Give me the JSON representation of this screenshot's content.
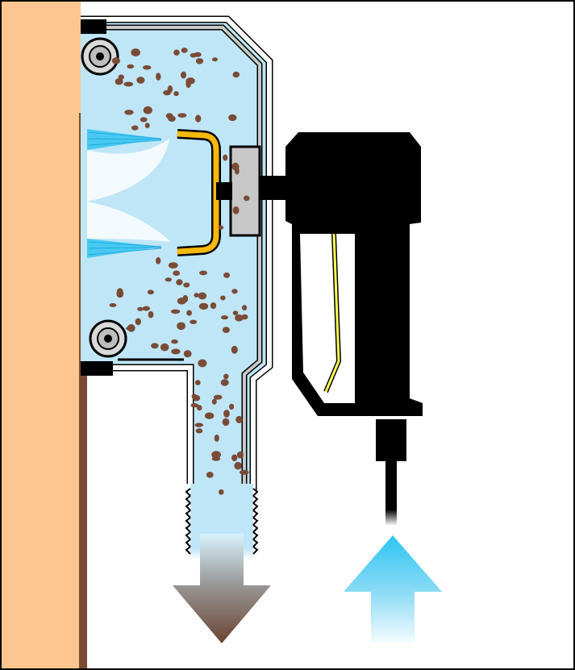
{
  "diagram": {
    "description_visible_text": "",
    "colors": {
      "wall_face": "#fcc690",
      "wall_edge": "#7a4b32",
      "housing_outline": "#000000",
      "housing_shell": "#ffffff",
      "housing_inner_wall": "#c8c8c8",
      "chamber_blue": "#bfe6f7",
      "spray_blue": "#34c3f0",
      "deflector_yellow": "#f6b80a",
      "debris_brown": "#7a4b37",
      "tool_black": "#000000",
      "tool_window_line": "#ffff55",
      "outflow_arrow_top": "#cfeefa",
      "outflow_arrow_bottom": "#6a4432",
      "inflow_arrow_top": "#2ec4f4",
      "inflow_arrow_bottom": "#e8f8fd"
    },
    "components": [
      {
        "id": "wall-surface",
        "icon": "wall"
      },
      {
        "id": "blasting-housing",
        "icon": "housing"
      },
      {
        "id": "spray-nozzles",
        "icon": "nozzle-spray"
      },
      {
        "id": "deflector",
        "icon": "bracket"
      },
      {
        "id": "seal-rollers",
        "icon": "roller"
      },
      {
        "id": "exhaust-pipe",
        "icon": "threaded-pipe"
      },
      {
        "id": "air-tool",
        "icon": "power-tool"
      },
      {
        "id": "air-hose",
        "icon": "hose"
      },
      {
        "id": "outflow-arrow",
        "icon": "arrow-down"
      },
      {
        "id": "inflow-arrow",
        "icon": "arrow-up"
      }
    ]
  }
}
